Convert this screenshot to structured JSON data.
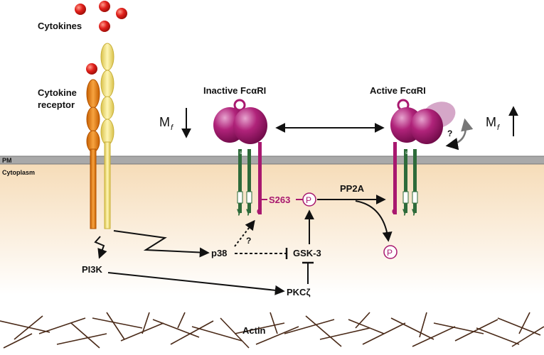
{
  "labels": {
    "cytokines": "Cytokines",
    "cytokine_receptor_line1": "Cytokine",
    "cytokine_receptor_line2": "receptor",
    "inactive": "Inactive FcαRI",
    "active": "Active FcαRI",
    "pm": "PM",
    "cytoplasm": "Cytoplasm",
    "mf": "M",
    "mf_sub": "f",
    "s263": "S263",
    "p": "P",
    "pp2a": "PP2A",
    "p38": "p38",
    "gsk3": "GSK-3",
    "pi3k": "PI3K",
    "pkc": "PKCζ",
    "actin": "Actin",
    "question": "?",
    "alpha": "α",
    "gamma": "γ",
    "ss": "s-s"
  },
  "colors": {
    "cytokine": "#e0201b",
    "receptor_orange": "#f08c1e",
    "receptor_yellow": "#f5e27a",
    "fcar_magenta": "#a8186f",
    "fcar_light": "#c64a98",
    "gamma_green": "#2e6b3a",
    "membrane": "#aaaaaa",
    "actin": "#4a2a18"
  }
}
